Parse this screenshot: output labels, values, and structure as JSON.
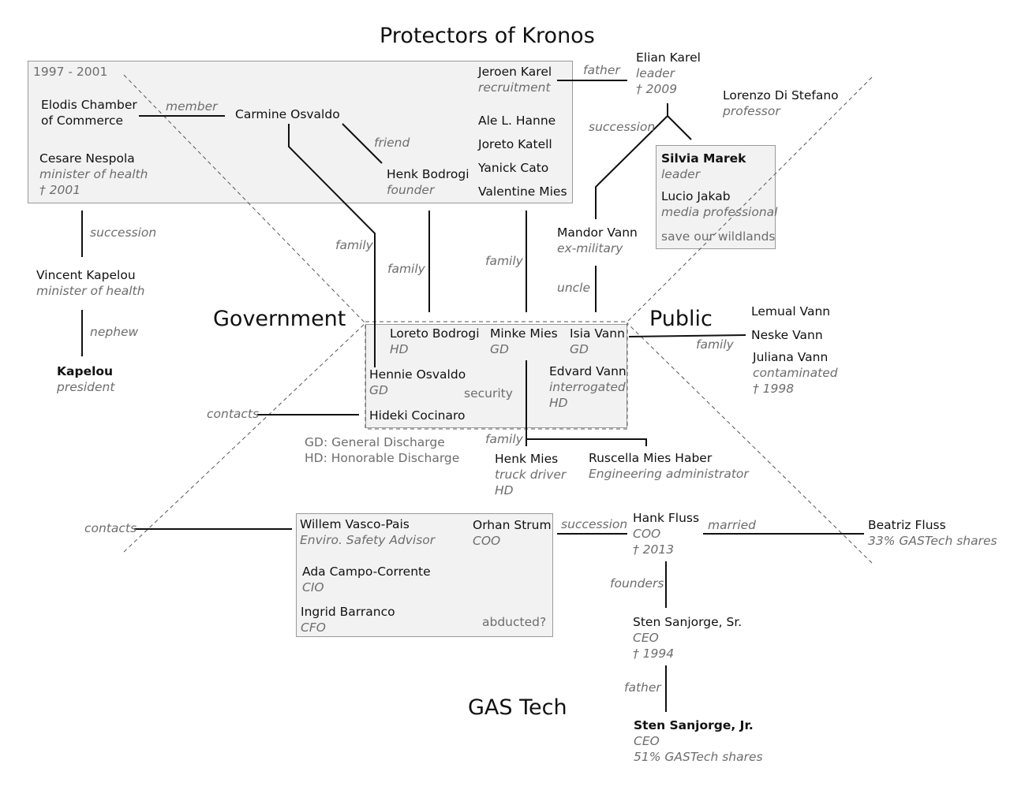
{
  "regions": {
    "kronos": "Protectors of Kronos",
    "government": "Government",
    "public": "Public",
    "gastech": "GAS Tech"
  },
  "pok": {
    "period": "1997 - 2001",
    "elodis": "Elodis Chamber of Commerce",
    "carmine": "Carmine Osvaldo",
    "cesare": {
      "name": "Cesare Nespola",
      "role": "minister of health",
      "death": "† 2001"
    },
    "jeroen": {
      "name": "Jeroen Karel",
      "role": "recruitment"
    },
    "ale": "Ale L. Hanne",
    "joreto": "Joreto Katell",
    "yanick": "Yanick Cato",
    "valentine": "Valentine Mies",
    "henk_bodrogi": {
      "name": "Henk Bodrogi",
      "role": "founder"
    }
  },
  "people": {
    "elian": {
      "name": "Elian Karel",
      "role": "leader",
      "death": "† 2009"
    },
    "lorenzo": {
      "name": "Lorenzo Di Stefano",
      "role": "professor"
    },
    "silvia": {
      "name": "Silvia Marek",
      "role": "leader"
    },
    "lucio": {
      "name": "Lucio Jakab",
      "role": "media professional"
    },
    "wildlands": "save our wildlands",
    "mandor": {
      "name": "Mandor Vann",
      "role": "ex-military"
    },
    "vincent": {
      "name": "Vincent Kapelou",
      "role": "minister of health"
    },
    "kapelou": {
      "name": "Kapelou",
      "role": "president"
    },
    "lemual": "Lemual Vann",
    "neske": "Neske Vann",
    "juliana": {
      "name": "Juliana Vann",
      "role": "contaminated",
      "death": "† 1998"
    }
  },
  "security": {
    "label": "security",
    "loreto": {
      "name": "Loreto Bodrogi",
      "role": "HD"
    },
    "minke": {
      "name": "Minke Mies",
      "role": "GD"
    },
    "isia": {
      "name": "Isia Vann",
      "role": "GD"
    },
    "hennie": {
      "name": "Hennie Osvaldo",
      "role": "GD"
    },
    "edvard": {
      "name": "Edvard Vann",
      "role": "interrogated",
      "role2": "HD"
    },
    "hideki": "Hideki Cocinaro",
    "legend_gd": "GD: General Discharge",
    "legend_hd": "HD: Honorable Discharge",
    "henk_mies": {
      "name": "Henk Mies",
      "role": "truck driver",
      "role2": "HD"
    },
    "ruscella": {
      "name": "Ruscella Mies Haber",
      "role": "Engineering administrator"
    }
  },
  "gastech": {
    "willem": {
      "name": "Willem Vasco-Pais",
      "role": "Enviro. Safety Advisor"
    },
    "orhan": {
      "name": "Orhan Strum",
      "role": "COO"
    },
    "ada": {
      "name": "Ada Campo-Corrente",
      "role": "CIO"
    },
    "ingrid": {
      "name": "Ingrid Barranco",
      "role": "CFO"
    },
    "abducted": "abducted?",
    "hank": {
      "name": "Hank Fluss",
      "role": "COO",
      "death": "† 2013"
    },
    "beatriz": {
      "name": "Beatriz Fluss",
      "role": "33% GASTech shares"
    },
    "sten_sr": {
      "name": "Sten Sanjorge, Sr.",
      "role": "CEO",
      "death": "† 1994"
    },
    "sten_jr": {
      "name": "Sten Sanjorge, Jr.",
      "role": "CEO",
      "shares": "51% GASTech shares"
    }
  },
  "edge_labels": {
    "member": "member",
    "father_karel": "father",
    "succession_karel": "succession",
    "friend": "friend",
    "succession_kapelou": "succession",
    "nephew": "nephew",
    "family_osvaldo": "family",
    "family_bodrogi": "family",
    "family_mies": "family",
    "uncle": "uncle",
    "family_vann": "family",
    "contacts_hideki": "contacts",
    "family_henk": "family",
    "contacts_willem": "contacts",
    "succession_strum": "succession",
    "married": "married",
    "founders": "founders",
    "father_sten": "father"
  },
  "colors": {
    "box_fill": "#f2f2f2",
    "box_border": "#9a9a9a",
    "line": "#111111",
    "role_text": "#6d6d6d"
  }
}
